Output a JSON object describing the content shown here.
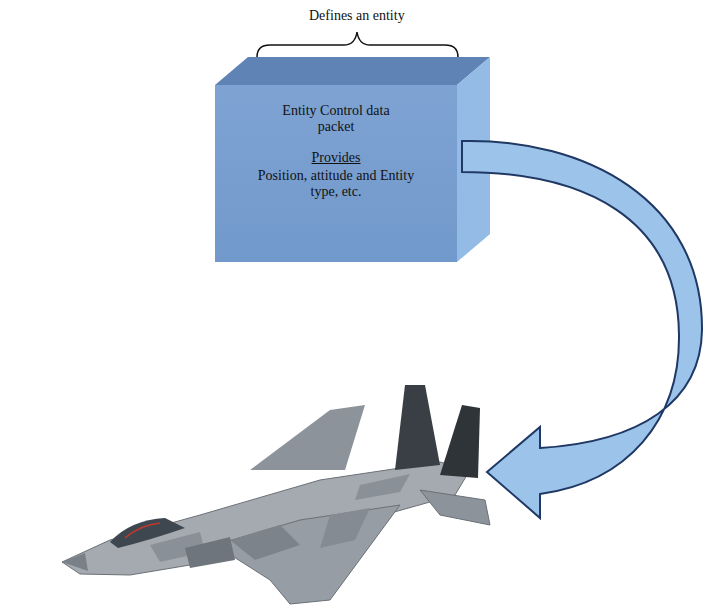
{
  "diagram": {
    "nodes": [
      {
        "text": [
          "Entity Control data packet",
          "Provides",
          "Position, attitude and Entity type, etc."
        ]
      }
    ],
    "labels": [
      "Defines an entity"
    ]
  }
}
